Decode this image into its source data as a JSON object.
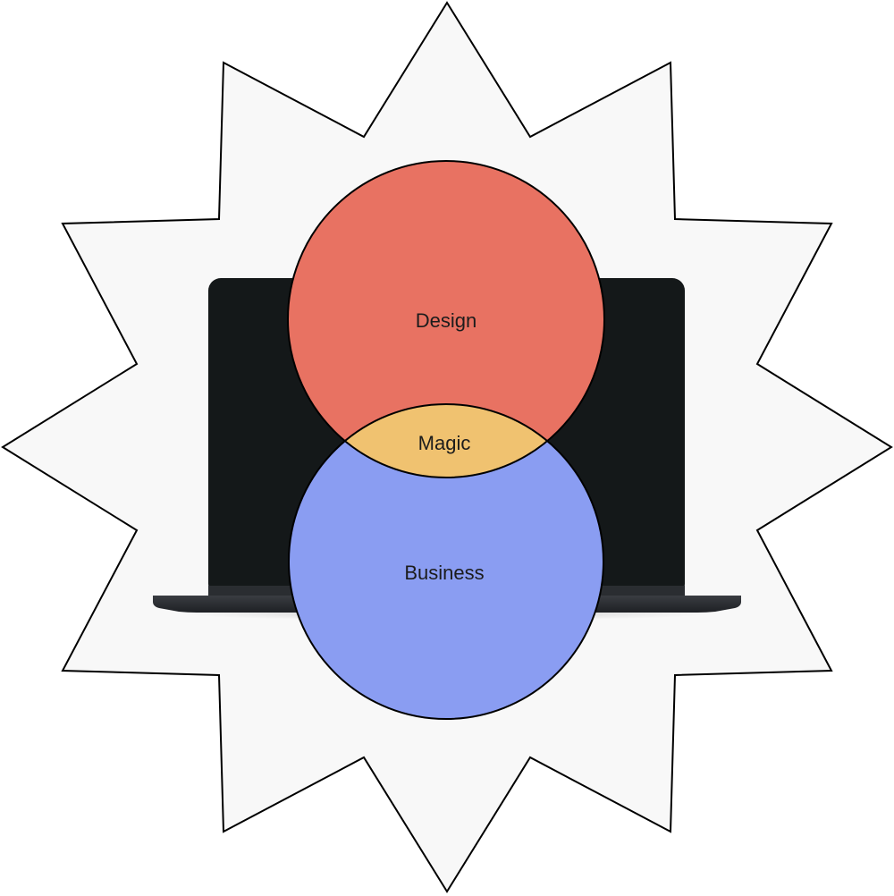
{
  "diagram": {
    "type": "venn",
    "sets": [
      {
        "id": "design",
        "label": "Design",
        "color": "#E87262"
      },
      {
        "id": "business",
        "label": "Business",
        "color": "#8A9DF2"
      }
    ],
    "intersection": {
      "label": "Magic",
      "color": "#F0C270"
    }
  },
  "colors": {
    "starburst_fill": "#F8F8F8",
    "outline": "#000000",
    "laptop_screen": "#141819",
    "laptop_base": "#2C2E33"
  },
  "icons": {
    "background": "laptop-icon",
    "frame": "starburst-icon"
  }
}
